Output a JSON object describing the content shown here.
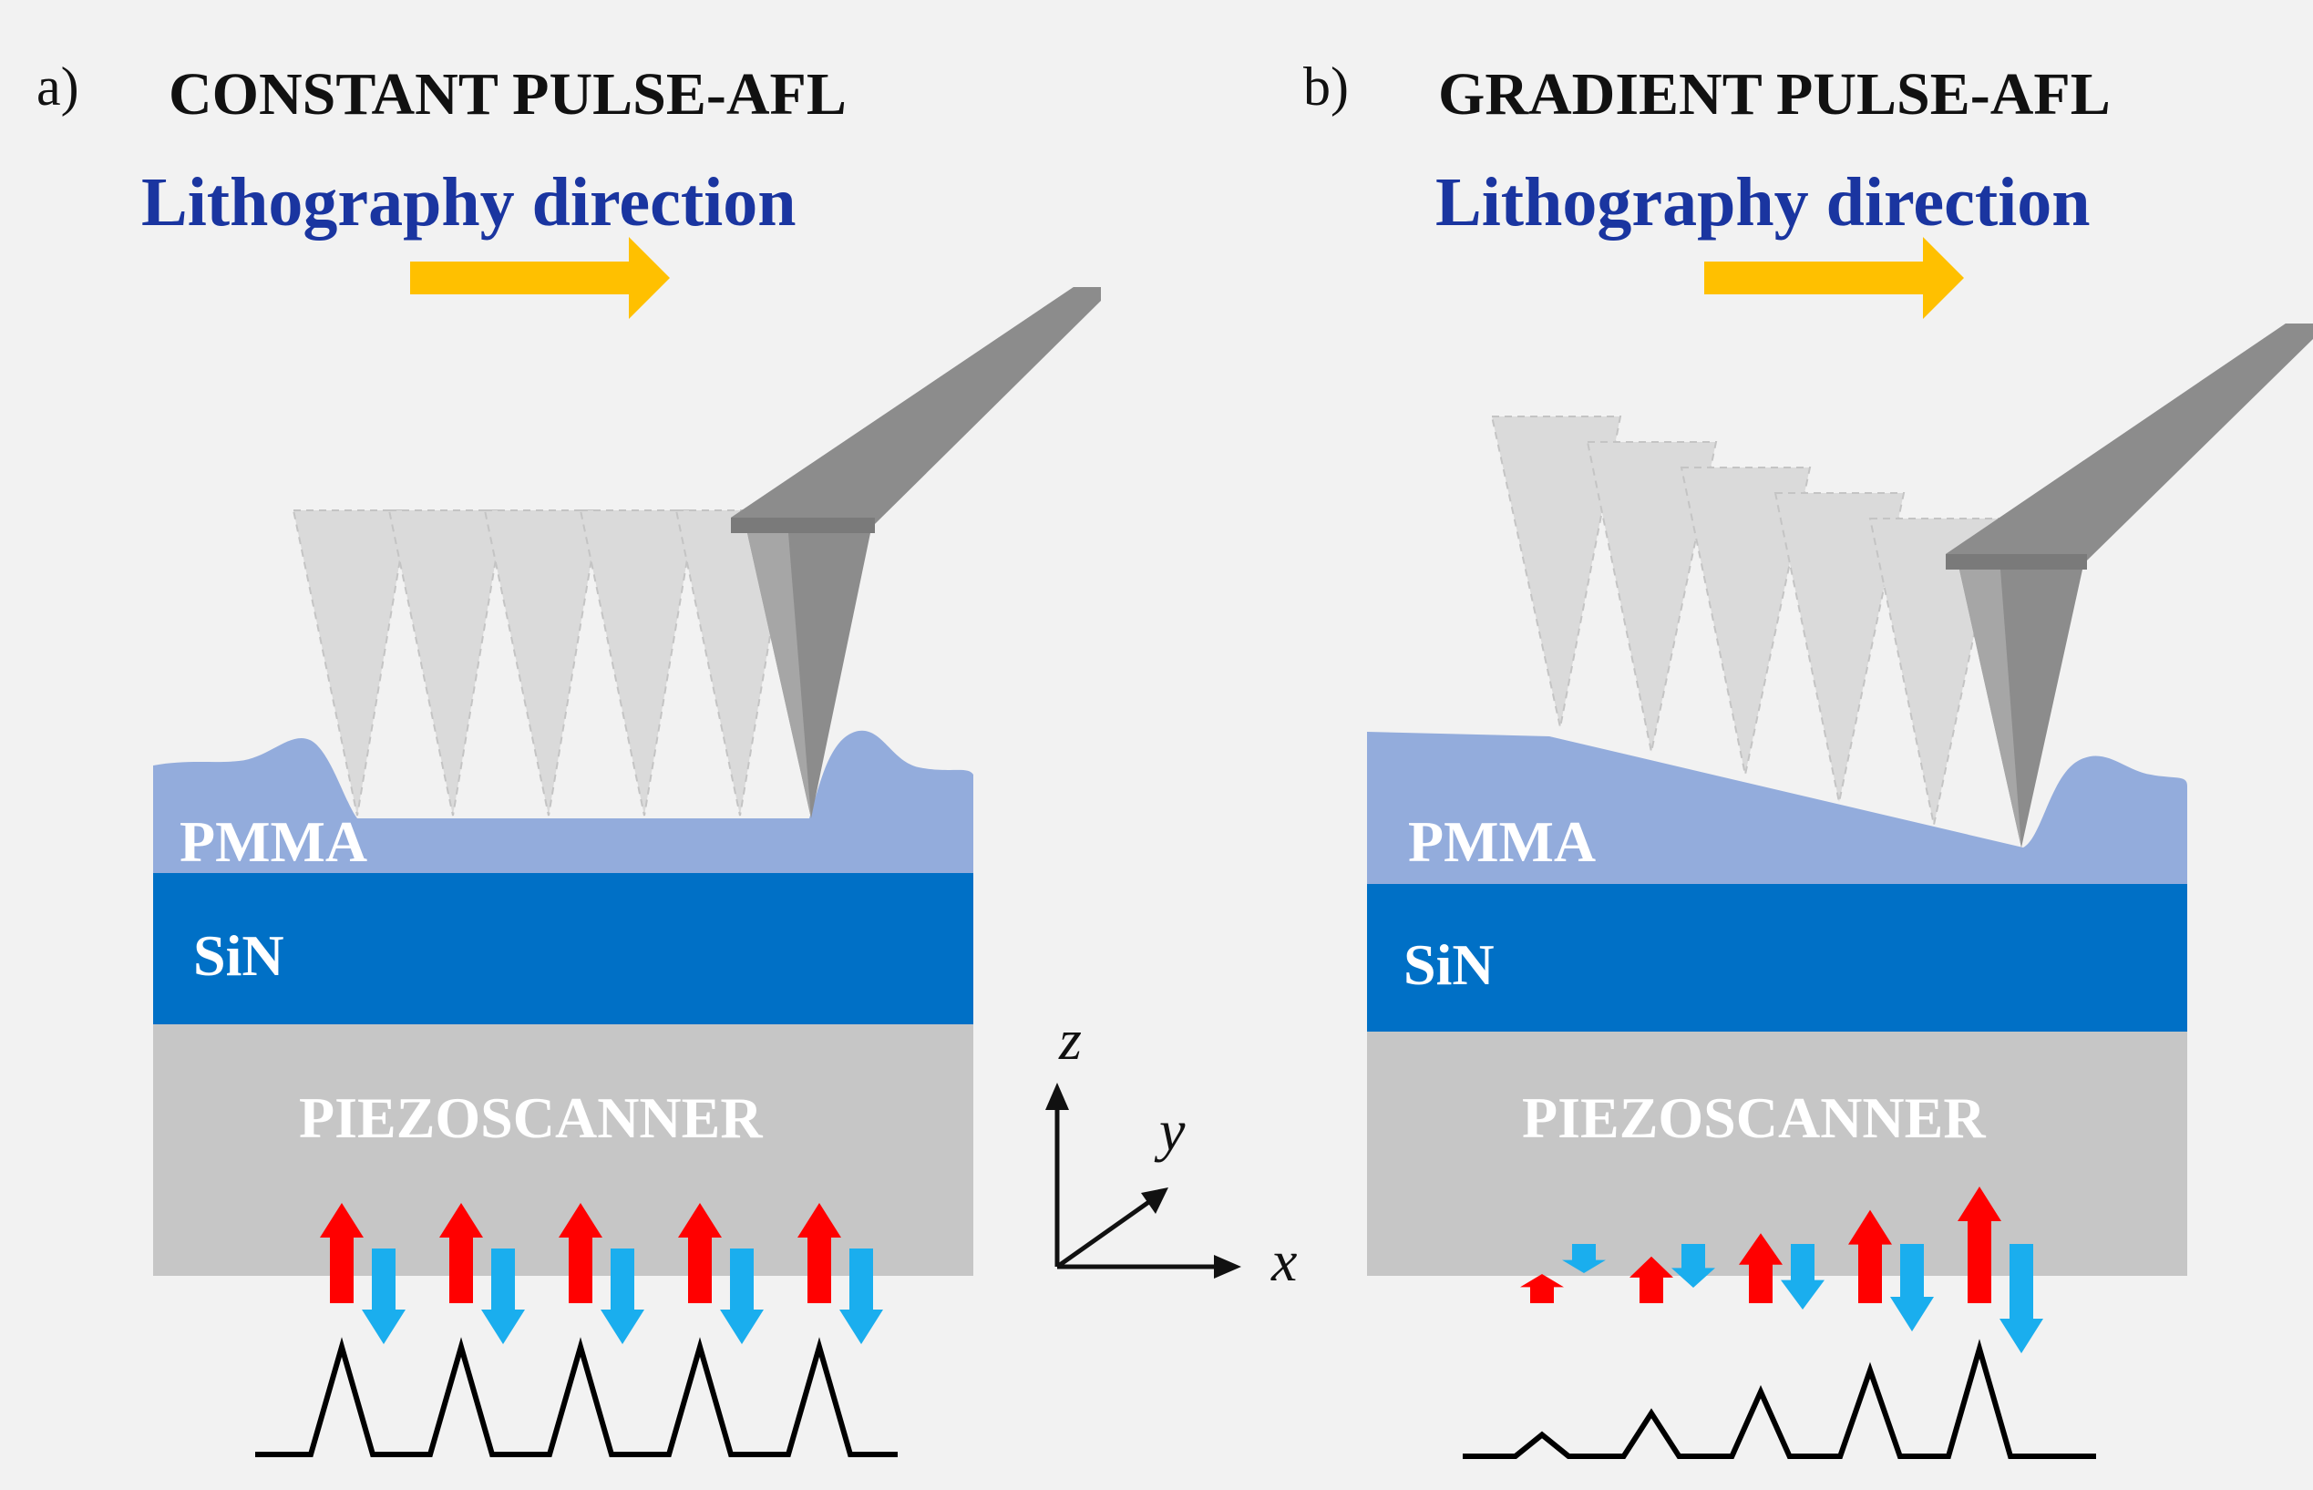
{
  "colors": {
    "background": "#f2f2f2",
    "pmma": "#93acdc",
    "sin": "#0070c6",
    "piezo": "#c6c6c6",
    "direction_text": "#1a35a0",
    "direction_arrow": "#ffc000",
    "up_arrow": "#ff0000",
    "down_arrow": "#1aaeee",
    "cantilever": "#8c8c8c",
    "ghost_tip": "#d6d6d6",
    "signal": "#000000"
  },
  "panels": [
    {
      "id": "a",
      "label": "a)",
      "title": "CONSTANT PULSE-AFL",
      "direction_label": "Lithography direction",
      "layers": {
        "pmma": "PMMA",
        "sin": "SiN",
        "piezo": "PIEZOSCANNER"
      },
      "pulse_heights": [
        1,
        1,
        1,
        1,
        1
      ]
    },
    {
      "id": "b",
      "label": "b)",
      "title": "GRADIENT PULSE-AFL",
      "direction_label": "Lithography direction",
      "layers": {
        "pmma": "PMMA",
        "sin": "SiN",
        "piezo": "PIEZOSCANNER"
      },
      "pulse_heights": [
        0.2,
        0.4,
        0.6,
        0.8,
        1
      ]
    }
  ],
  "axes": {
    "z": "z",
    "y": "y",
    "x": "x"
  },
  "icons": {
    "direction": "right-arrow-icon",
    "tip": "afm-tip-icon",
    "force_up": "up-arrow-icon",
    "force_down": "down-arrow-icon"
  }
}
